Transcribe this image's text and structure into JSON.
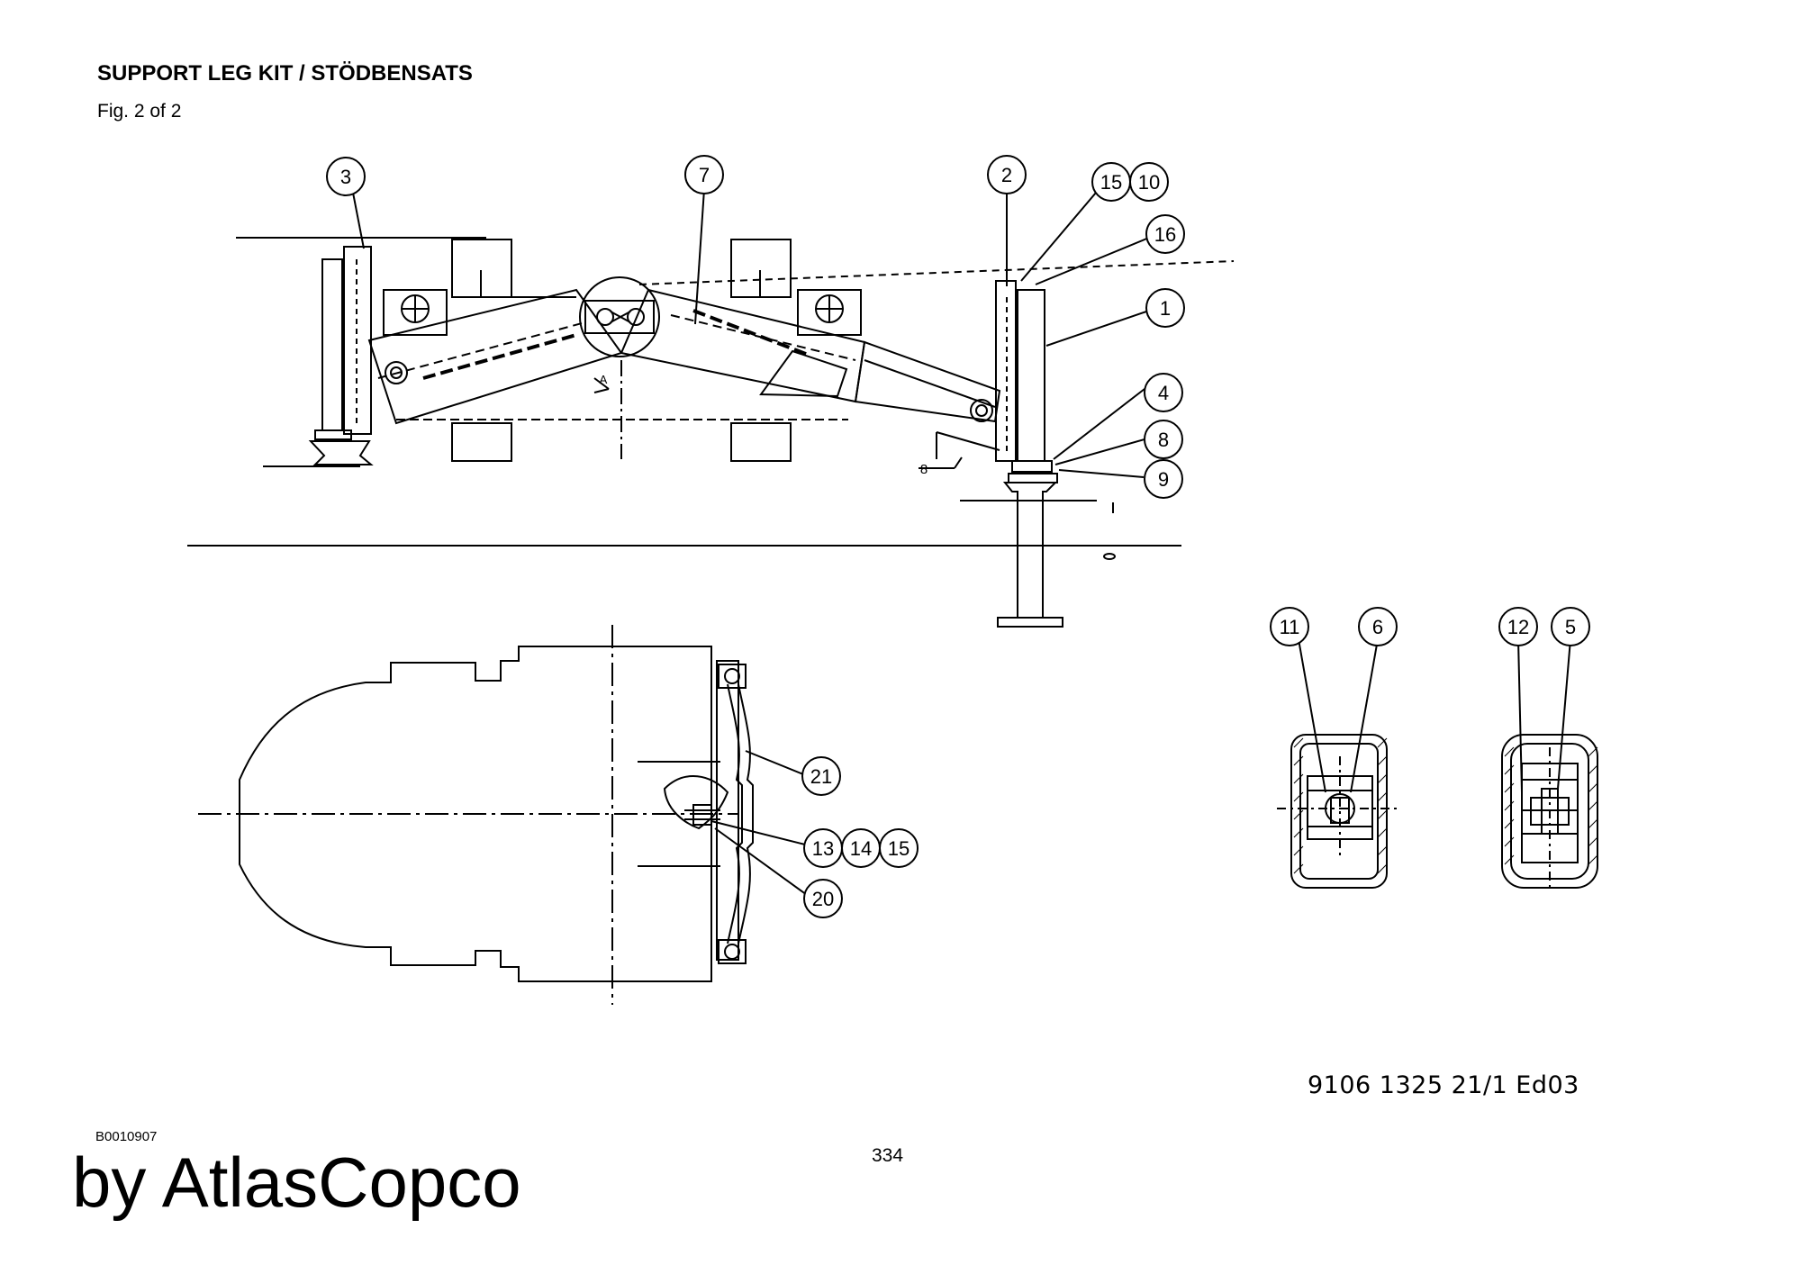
{
  "header": {
    "title": "SUPPORT LEG KIT / STÖDBENSATS",
    "figure": "Fig. 2 of 2"
  },
  "callouts": {
    "c1": "1",
    "c2": "2",
    "c3": "3",
    "c4": "4",
    "c5": "5",
    "c6": "6",
    "c7": "7",
    "c8": "8",
    "c9": "9",
    "c10": "10",
    "c11": "11",
    "c12": "12",
    "c13": "13",
    "c14": "14",
    "c15": "15",
    "c16": "16",
    "c20": "20",
    "c21": "21"
  },
  "annotations": {
    "detail_a": "A",
    "dim_8": "8"
  },
  "footer": {
    "document_number": "9106 1325 21/1  Ed03",
    "drawing_ref": "B0010907",
    "page_number": "334",
    "brand": "by AtlasCopco"
  }
}
